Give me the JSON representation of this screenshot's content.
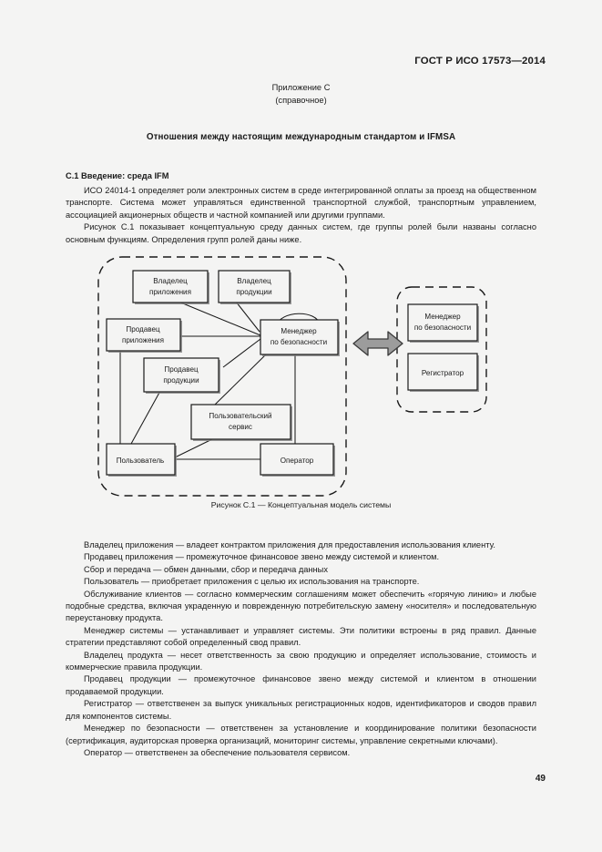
{
  "header": {
    "standard_id": "ГОСТ Р ИСО 17573—2014"
  },
  "annex": {
    "name": "Приложение С",
    "kind": "(справочное)",
    "title": "Отношения между настоящим международным стандартом и IFMSA"
  },
  "section": {
    "heading": "С.1  Введение: среда IFM",
    "paragraphs": [
      "ИСО 24014-1 определяет роли электронных систем в среде интегрированной оплаты за проезд на общественном транспорте. Система может управляться единственной транспортной службой, транспортным управлением, ассоциацией акционерных обществ и частной компанией или другими группами.",
      "Рисунок С.1 показывает концептуальную среду данных систем, где группы ролей были названы согласно основным функциям. Определения групп ролей даны ниже."
    ]
  },
  "figure": {
    "caption": "Рисунок С.1 — Концептуальная модель системы",
    "inner_nodes": [
      {
        "id": "app-owner",
        "label_line1": "Владелец",
        "label_line2": "приложения"
      },
      {
        "id": "product-owner",
        "label_line1": "Владелец",
        "label_line2": "продукции"
      },
      {
        "id": "app-seller",
        "label_line1": "Продавец",
        "label_line2": "приложения"
      },
      {
        "id": "product-seller",
        "label_line1": "Продавец",
        "label_line2": "продукции"
      },
      {
        "id": "security-manager",
        "label_line1": "Менеджер",
        "label_line2": "по безопасности"
      },
      {
        "id": "user-service",
        "label_line1": "Пользовательский",
        "label_line2": "сервис"
      },
      {
        "id": "user",
        "label_line1": "Пользователь",
        "label_line2": ""
      },
      {
        "id": "operator",
        "label_line1": "Оператор",
        "label_line2": ""
      }
    ],
    "outer_nodes": [
      {
        "id": "security-manager-ext",
        "label_line1": "Менеджер",
        "label_line2": "по безопасности"
      },
      {
        "id": "registrar-ext",
        "label_line1": "Регистратор",
        "label_line2": ""
      }
    ],
    "colors": {
      "box_stroke": "#1a1a1a",
      "box_fill": "#f4f4f3",
      "shadow": "#8a8a8a",
      "boundary_stroke": "#1a1a1a",
      "arrow_fill": "#9c9c9c",
      "arrow_stroke": "#3a3a3a"
    }
  },
  "definitions": [
    "Владелец приложения — владеет контрактом приложения для предоставления использования клиенту.",
    "Продавец приложения — промежуточное финансовое звено между системой и клиентом.",
    "Сбор и передача — обмен данными, сбор и передача данных",
    "Пользователь — приобретает приложения с целью их использования на транспорте.",
    "Обслуживание клиентов — согласно коммерческим соглашениям может обеспечить «горячую линию» и любые подобные средства, включая украденную и поврежденную потребительскую замену «носителя» и последовательную переустановку продукта.",
    "Менеджер системы — устанавливает и управляет системы. Эти политики встроены в ряд правил. Данные стратегии представляют собой определенный свод правил.",
    "Владелец продукта — несет ответственность за свою продукцию и определяет использование, стоимость и коммерческие правила продукции.",
    "Продавец продукции — промежуточное финансовое звено между системой и клиентом в отношении продаваемой продукции.",
    "Регистратор — ответственен за выпуск уникальных регистрационных кодов, идентификаторов и сводов правил для компонентов системы.",
    "Менеджер по безопасности — ответственен за установление и координирование политики безопасности (сертификация, аудиторская проверка организаций, мониторинг системы, управление секретными ключами).",
    "Оператор — ответственен за обеспечение пользователя сервисом."
  ],
  "footer": {
    "page_number": "49"
  }
}
